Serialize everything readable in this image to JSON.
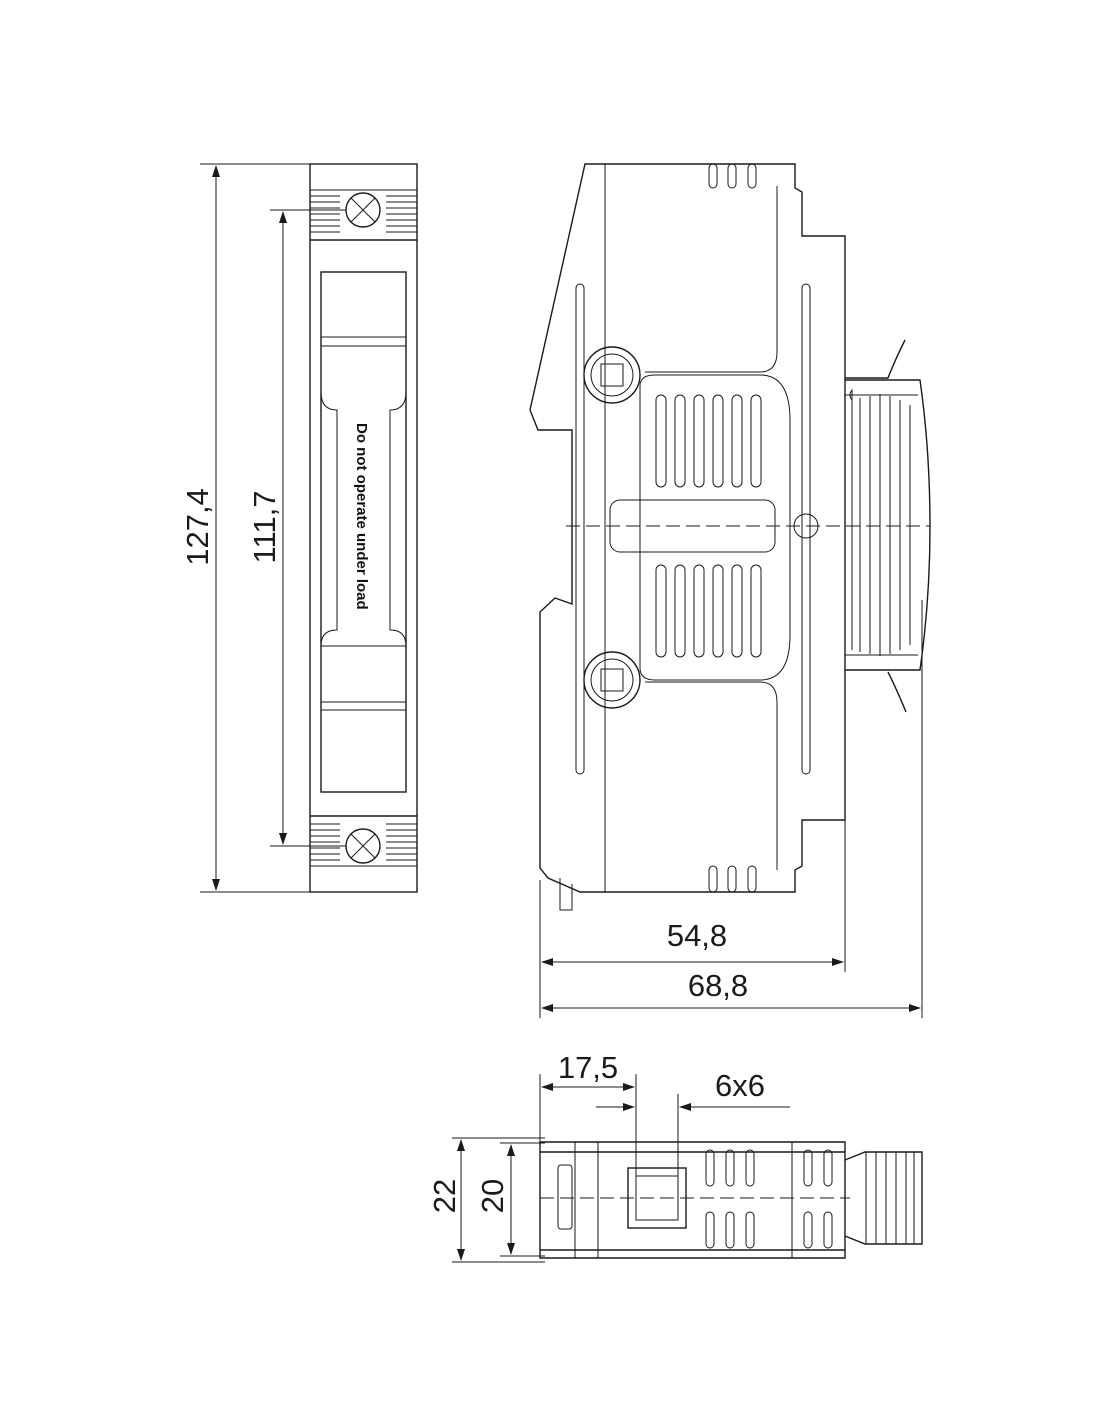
{
  "front_view": {
    "label": "Do not operate under load",
    "dim_overall_height": "127,4",
    "dim_screw_pitch": "111,7"
  },
  "side_view": {
    "dim_depth": "54,8",
    "dim_overall_depth": "68,8"
  },
  "top_view": {
    "dim_offset": "17,5",
    "dim_square": "6x6",
    "dim_outer_width": "22",
    "dim_body_width": "20"
  }
}
